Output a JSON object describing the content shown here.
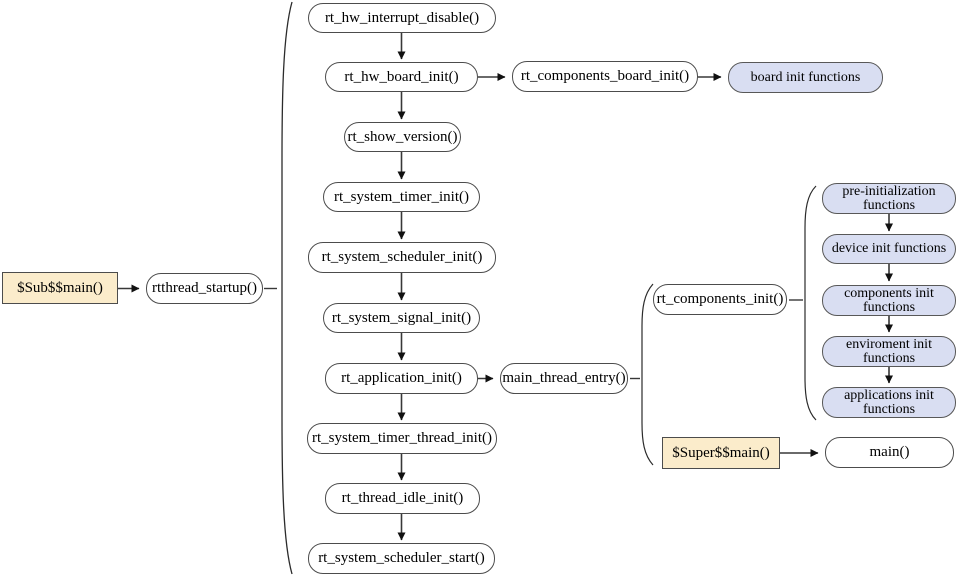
{
  "diagram": {
    "description": "RT-Thread startup sequence flowchart",
    "colors": {
      "node_fill": "#ffffff",
      "entry_fill_tan": "#fbeccb",
      "group_fill_blue": "#d9def2",
      "border": "#4c4c4c",
      "arrow": "#383838"
    },
    "nodes": {
      "sub_main": "$Sub$$main()",
      "rtthread_startup": "rtthread_startup()",
      "rt_hw_interrupt_disable": "rt_hw_interrupt_disable()",
      "rt_hw_board_init": "rt_hw_board_init()",
      "rt_components_board_init": "rt_components_board_init()",
      "board_init_functions": "board init functions",
      "rt_show_version": "rt_show_version()",
      "rt_system_timer_init": "rt_system_timer_init()",
      "rt_system_scheduler_init": "rt_system_scheduler_init()",
      "rt_system_signal_init": "rt_system_signal_init()",
      "rt_application_init": "rt_application_init()",
      "main_thread_entry": "main_thread_entry()",
      "rt_system_timer_thread_init": "rt_system_timer_thread_init()",
      "rt_thread_idle_init": "rt_thread_idle_init()",
      "rt_system_scheduler_start": "rt_system_scheduler_start()",
      "rt_components_init": "rt_components_init()",
      "pre_initialization_functions": "pre-initialization functions",
      "device_init_functions": "device init functions",
      "components_init_functions": "components init functions",
      "enviroment_init_functions": "enviroment init functions",
      "applications_init_functions": "applications init functions",
      "super_main": "$Super$$main()",
      "main": "main()"
    }
  }
}
